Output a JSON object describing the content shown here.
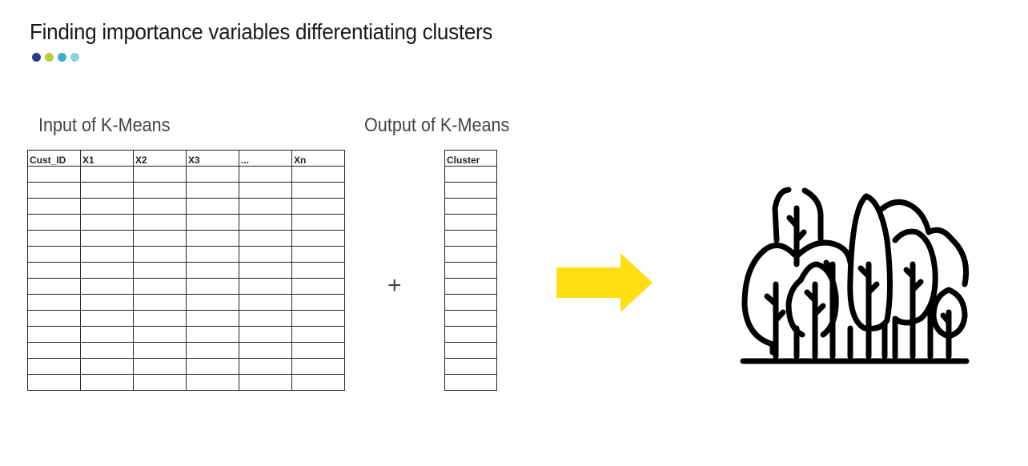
{
  "title": "Finding importance variables differentiating clusters",
  "dots": [
    {
      "color": "#2b3a8c"
    },
    {
      "color": "#b5cf3a"
    },
    {
      "color": "#3ab0c8"
    },
    {
      "color": "#8dd3df"
    }
  ],
  "input": {
    "label": "Input of K-Means",
    "headers": [
      "Cust_ID",
      "X1",
      "X2",
      "X3",
      "...",
      "Xn"
    ],
    "empty_rows": 14
  },
  "output": {
    "label": "Output of K-Means",
    "headers": [
      "Cluster"
    ],
    "empty_rows": 14
  },
  "plus": "+",
  "arrow_color": "#ffdf12",
  "icons": {
    "arrow": "right-arrow-icon",
    "forest": "forest-icon"
  }
}
